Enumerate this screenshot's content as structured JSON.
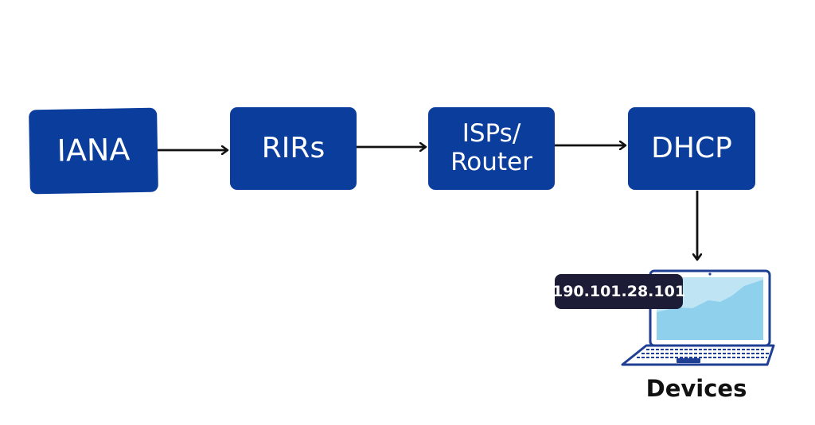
{
  "diagram": {
    "nodes": {
      "iana": {
        "label": "IANA"
      },
      "rirs": {
        "label": "RIRs"
      },
      "isps": {
        "line1": "ISPs/",
        "line2": "Router"
      },
      "dhcp": {
        "label": "DHCP"
      }
    },
    "device": {
      "ip_address": "190.101.28.101",
      "label": "Devices",
      "icon": "laptop-icon"
    },
    "edges": [
      {
        "from": "IANA",
        "to": "RIRs"
      },
      {
        "from": "RIRs",
        "to": "ISPs/ Router"
      },
      {
        "from": "ISPs/ Router",
        "to": "DHCP"
      },
      {
        "from": "DHCP",
        "to": "Devices"
      }
    ],
    "colors": {
      "box": "#0a3d9c",
      "box_text": "#ffffff",
      "arrow": "#111111",
      "badge": "#1c1c36",
      "laptop_outline": "#1f3f95",
      "laptop_screen": "#bfe5f5",
      "laptop_chart": "#8fd0ec"
    }
  }
}
